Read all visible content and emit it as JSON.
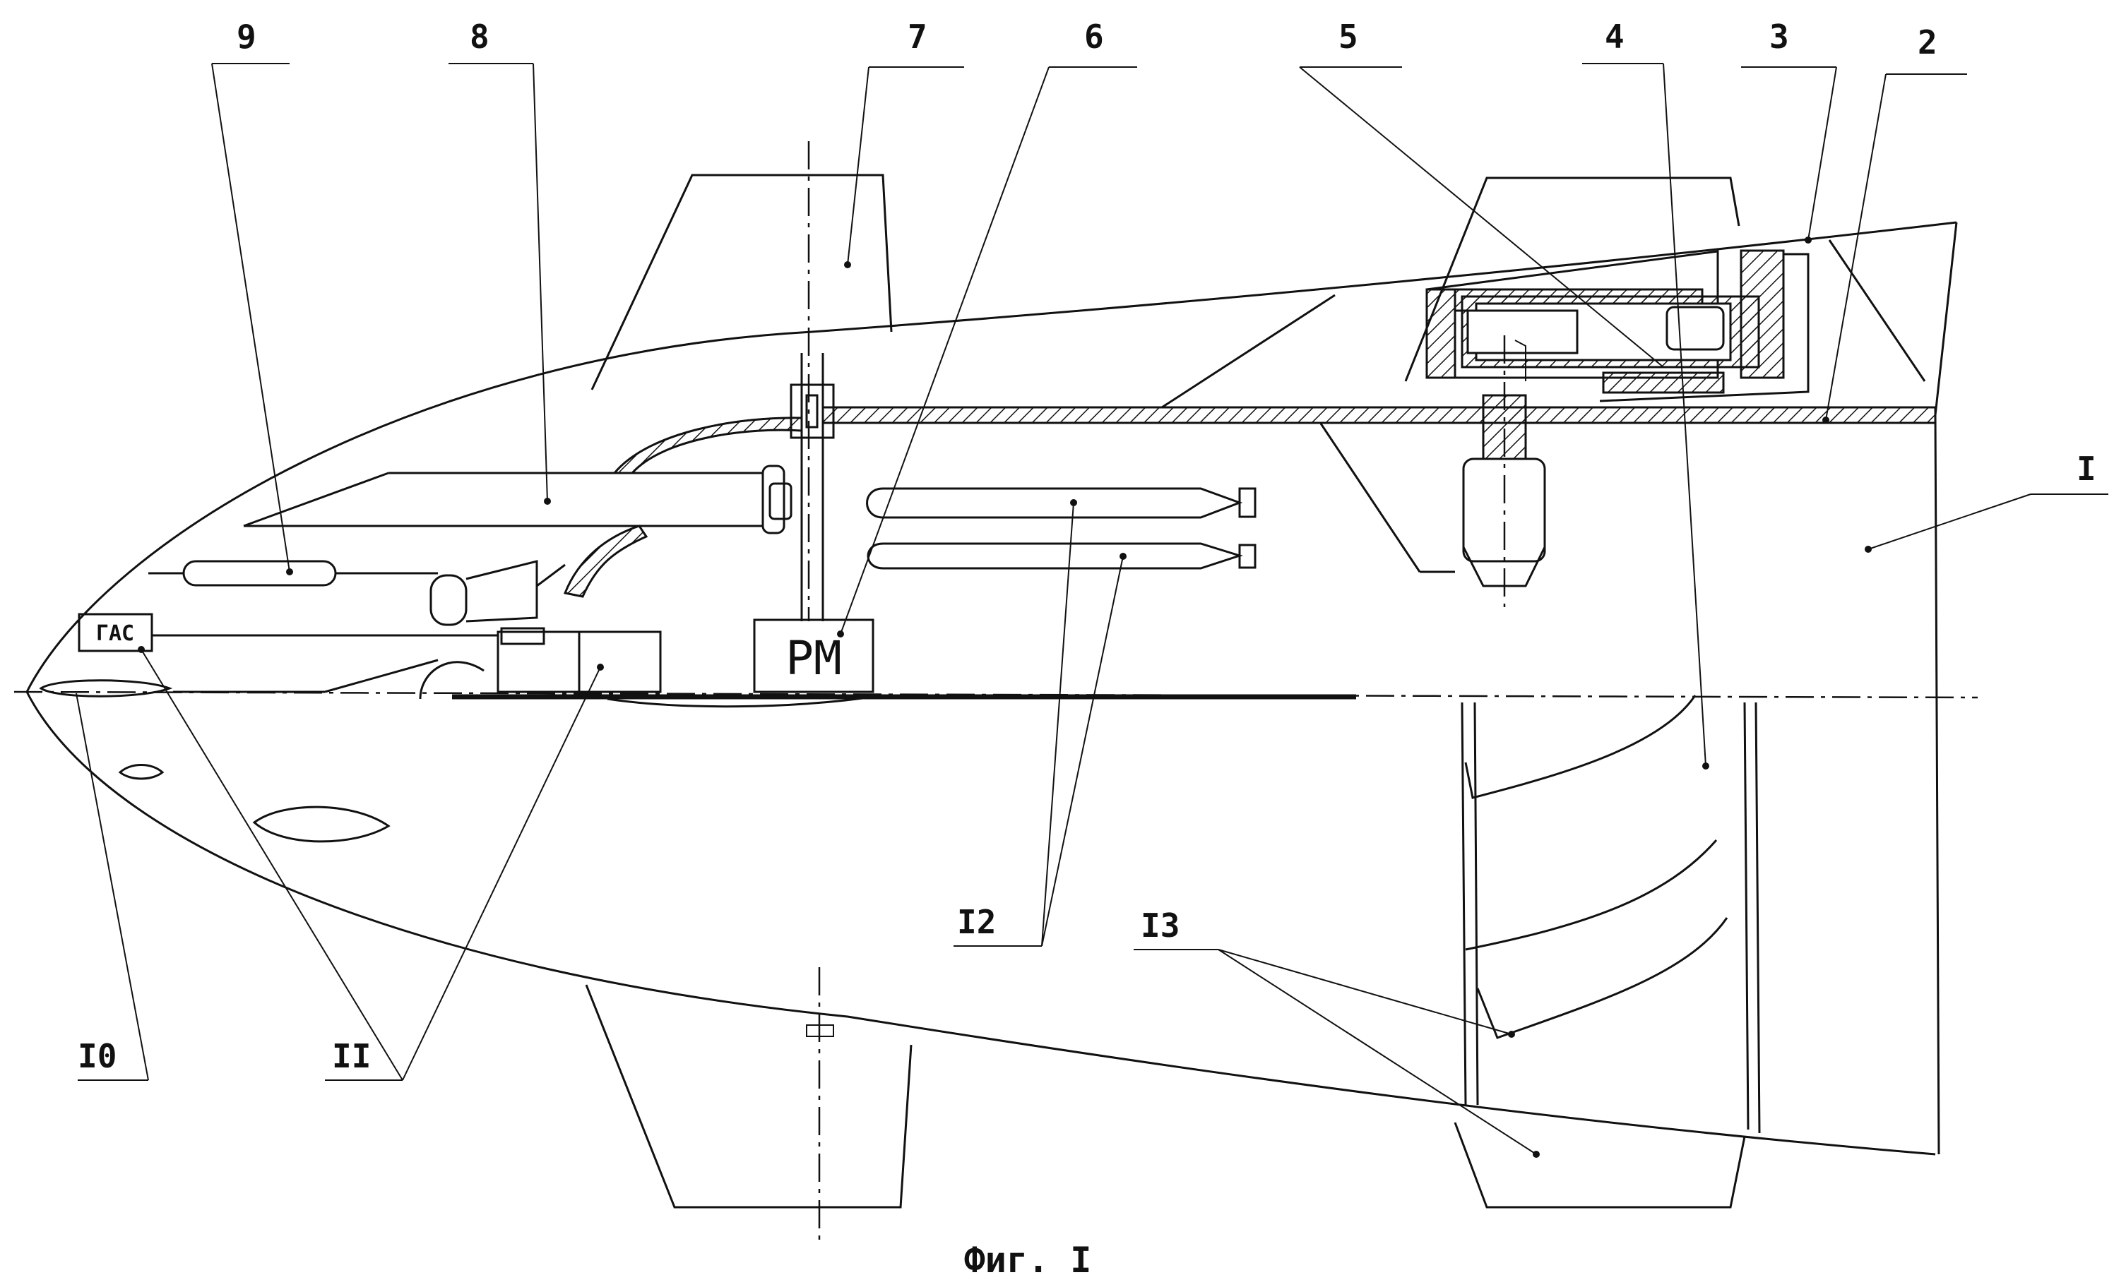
{
  "figure": {
    "caption": "Фиг. I",
    "labels": {
      "l1": "I",
      "l2": "2",
      "l3": "3",
      "l4": "4",
      "l5": "5",
      "l6": "6",
      "l7": "7",
      "l8": "8",
      "l9": "9",
      "l10": "I0",
      "l11": "II",
      "l12": "I2",
      "l13": "I3"
    },
    "box_texts": {
      "rm": "РМ",
      "gas": "ГАС"
    }
  }
}
